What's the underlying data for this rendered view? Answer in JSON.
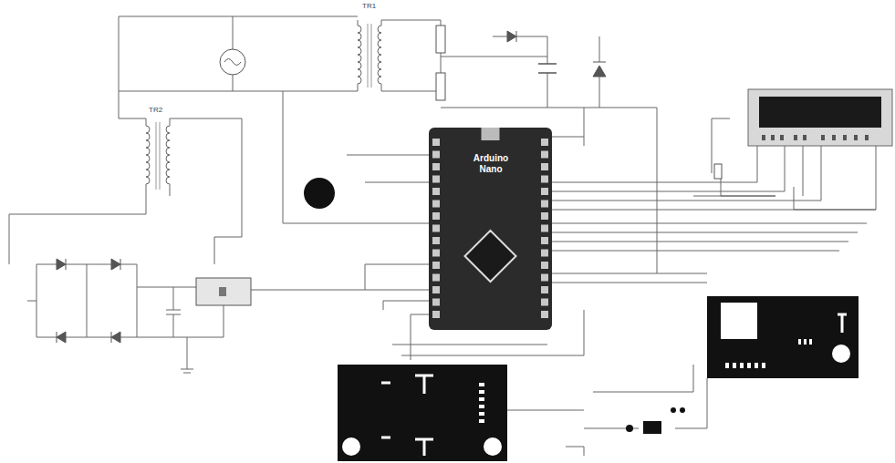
{
  "diagram": {
    "nodes": [
      {
        "text": [
          "Arduino Nano"
        ]
      }
    ],
    "labels": [
      "TR1",
      "TR2"
    ]
  }
}
